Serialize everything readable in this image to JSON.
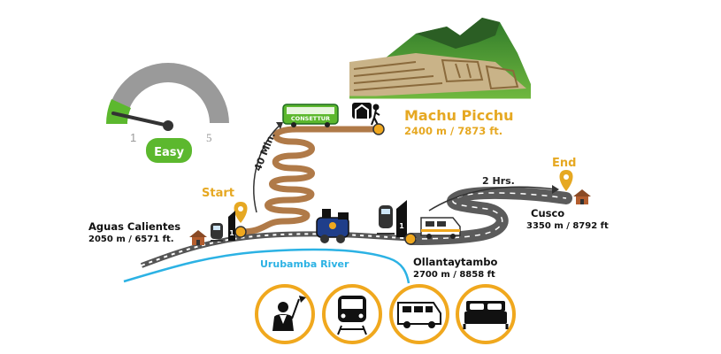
{
  "difficulty": {
    "scale_min": "1",
    "scale_max": "5",
    "level_label": "Easy",
    "level_value": 1,
    "level_color": "#5cb82e"
  },
  "destination": {
    "name": "Machu Picchu",
    "elevation": "2400 m / 7873 ft."
  },
  "bus": {
    "label": "CONSETTUR",
    "duration": "40 Min."
  },
  "start": {
    "marker": "Start",
    "place": "Aguas Calientes",
    "elevation": "2050 m / 6571 ft."
  },
  "end": {
    "marker": "End",
    "place": "Cusco",
    "elevation": "3350 m / 8792 ft"
  },
  "van": {
    "duration": "2 Hrs."
  },
  "ollantaytambo": {
    "place": "Ollantaytambo",
    "elevation": "2700 m / 8858 ft"
  },
  "river": {
    "name": "Urubamba River"
  },
  "stations": {
    "aguas_number": "1",
    "ollanta_number": "1"
  },
  "services": [
    {
      "icon": "guide-icon"
    },
    {
      "icon": "train-icon"
    },
    {
      "icon": "van-icon"
    },
    {
      "icon": "hotel-bed-icon"
    }
  ],
  "colors": {
    "gold": "#e6a822",
    "orange": "#f0a81e",
    "green": "#5cb82e",
    "road_brown": "#b07a48",
    "river_blue": "#2cb2e4",
    "highway_gray": "#5b5b5b"
  }
}
